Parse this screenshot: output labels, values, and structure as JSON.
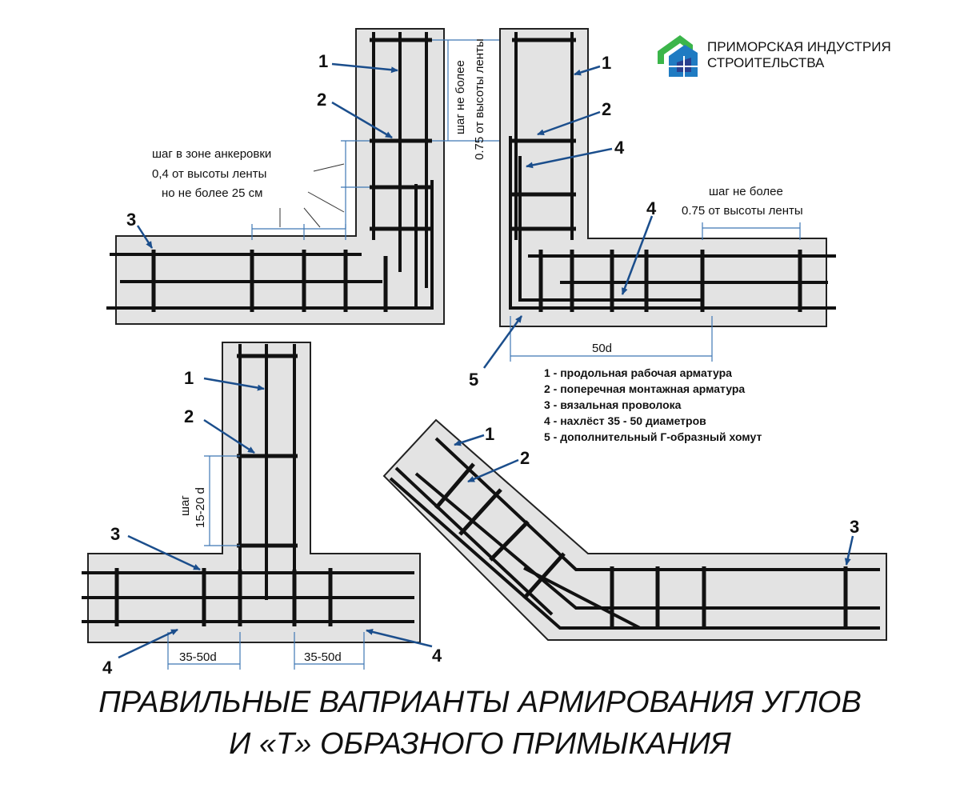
{
  "logo": {
    "line1": "ПРИМОРСКАЯ ИНДУСТРИЯ",
    "line2": "СТРОИТЕЛЬСТВА",
    "colors": {
      "green": "#3bb54a",
      "blue": "#1f7bc2",
      "dark": "#2a3f8f"
    }
  },
  "labels": {
    "n1": "1",
    "n2": "2",
    "n3": "3",
    "n4": "4",
    "n5": "5",
    "step_anchor_1": "шаг в зоне анкеровки",
    "step_anchor_2": "0,4 от высоты ленты",
    "step_anchor_3": "но не более 25 см",
    "step_vert_1": "шаг не более",
    "step_vert_2": "0.75 от высоты ленты",
    "step_horiz_1": "шаг не более",
    "step_horiz_2": "0.75 от высоты ленты",
    "dim_50d": "50d",
    "step_1520_1": "шаг",
    "step_1520_2": "15-20 d",
    "dim_3550": "35-50d"
  },
  "legend": [
    "1 - продольная рабочая арматура",
    "2 - поперечная монтажная арматура",
    "3 - вязальная проволока",
    "4 - нахлёст 35 - 50 диаметров",
    "5 - дополнительный Г-образный хомут"
  ],
  "title": {
    "line1": "ПРАВИЛЬНЫЕ ВАПРИАНТЫ АРМИРОВАНИЯ УГЛОВ",
    "line2": "И «Т» ОБРАЗНОГО ПРИМЫКАНИЯ"
  },
  "colors": {
    "concrete": "#e3e3e3",
    "outline": "#222222",
    "rebar": "#111111",
    "arrow": "#1b4e8c",
    "dim": "#3f78b5"
  }
}
